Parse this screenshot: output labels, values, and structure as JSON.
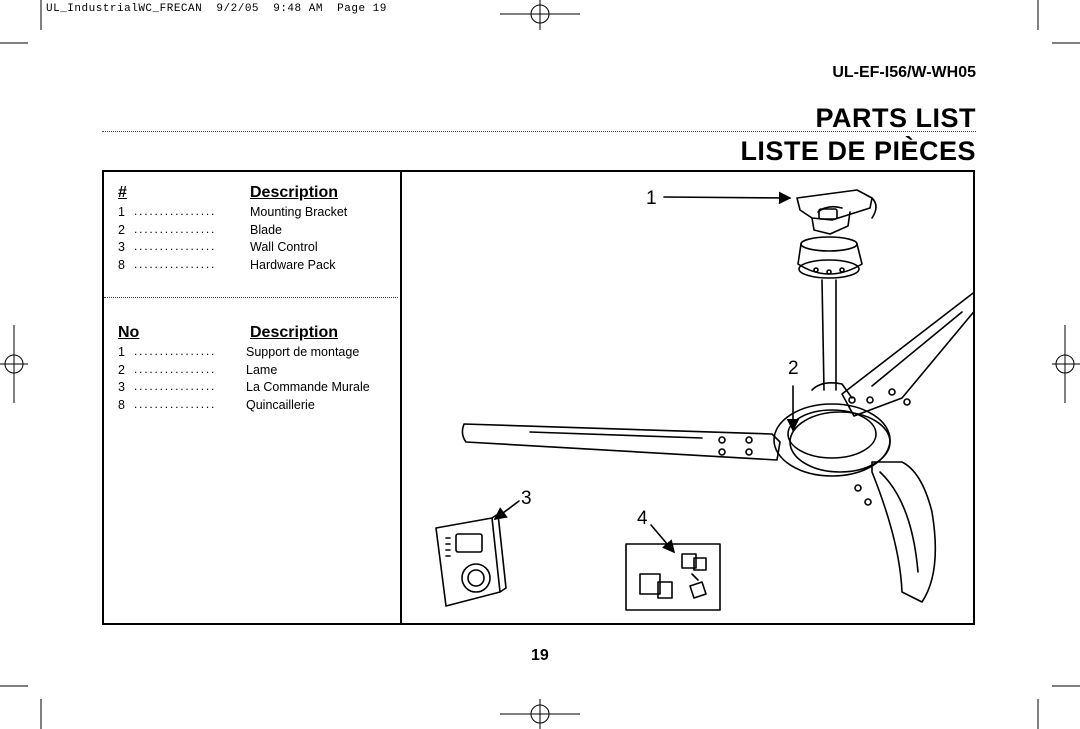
{
  "header": {
    "file_line": "UL_IndustrialWC_FRECAN  9/2/05  9:48 AM  Page 19"
  },
  "model": "UL-EF-I56/W-WH05",
  "titles": {
    "en": "PARTS LIST",
    "fr": "LISTE DE PIÈCES"
  },
  "parts_en": {
    "hash_header": "#",
    "desc_header": "Description",
    "items": [
      {
        "num": "1",
        "dots": "................",
        "label": "Mounting Bracket"
      },
      {
        "num": "2",
        "dots": "................",
        "label": "Blade"
      },
      {
        "num": "3",
        "dots": "................",
        "label": "Wall Control"
      },
      {
        "num": "8",
        "dots": "................",
        "label": "Hardware Pack"
      }
    ]
  },
  "parts_fr": {
    "hash_header": "No",
    "desc_header": "Description",
    "items": [
      {
        "num": "1",
        "dots": "................",
        "label": "Support de montage"
      },
      {
        "num": "2",
        "dots": "................",
        "label": "Lame"
      },
      {
        "num": "3",
        "dots": "................",
        "label": "La Commande Murale"
      },
      {
        "num": "8",
        "dots": "................",
        "label": "Quincaillerie"
      }
    ]
  },
  "callouts": [
    "1",
    "2",
    "3",
    "4"
  ],
  "page_number": "19"
}
